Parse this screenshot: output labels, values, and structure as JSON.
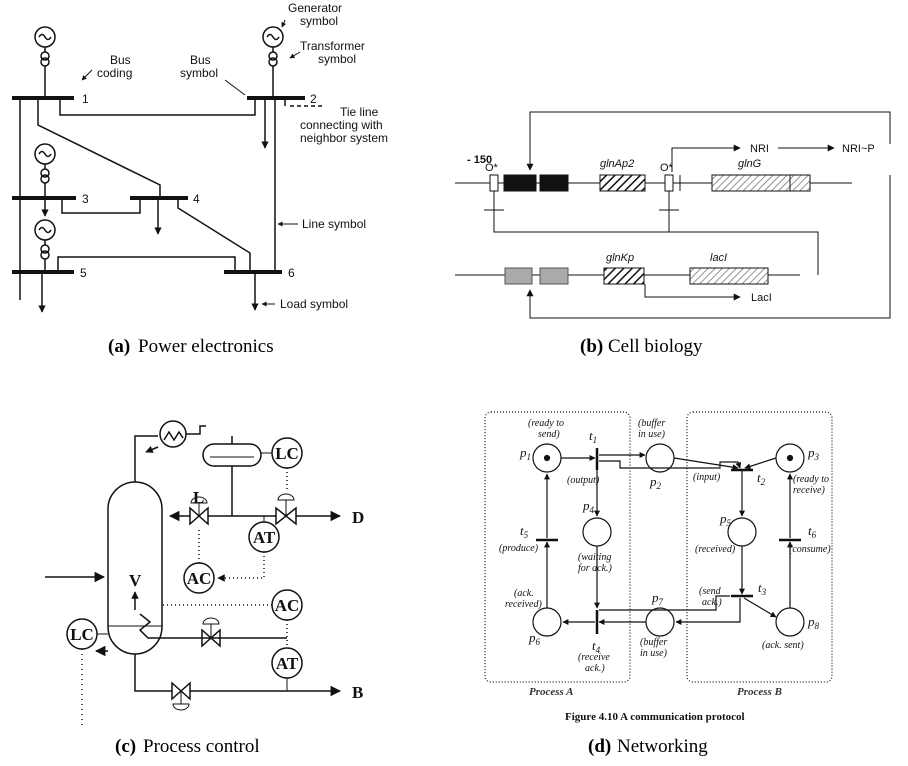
{
  "panels": {
    "a": {
      "caption_letter": "(a)",
      "caption_text": " Power electronics",
      "labels": {
        "generator": "Generator\nsymbol",
        "transformer": "Transformer\nsymbol",
        "bus_coding": "Bus\ncoding",
        "bus_symbol": "Bus\nsymbol",
        "tie_line": "Tie line\nconnecting with\nneighbor system",
        "line_symbol": "Line symbol",
        "load_symbol": "Load symbol"
      },
      "bus_numbers": [
        "1",
        "2",
        "3",
        "4",
        "5",
        "6"
      ]
    },
    "b": {
      "caption_letter": "(b)",
      "caption_text": " Cell biology",
      "labels": {
        "m150": "- 150",
        "o1": "O*",
        "o2": "O*",
        "glnap2": "glnAp2",
        "glng": "glnG",
        "nri": "NRI",
        "nrip": "NRI~P",
        "glnkp": "glnKp",
        "laci": "lacI",
        "laci2": "LacI"
      }
    },
    "c": {
      "caption_letter": "(c)",
      "caption_text": " Process control",
      "labels": {
        "lc1": "LC",
        "lc2": "LC",
        "ac1": "AC",
        "ac2": "AC",
        "at1": "AT",
        "at2": "AT",
        "L": "L",
        "V": "V",
        "D": "D",
        "B": "B"
      }
    },
    "d": {
      "caption_letter": "(d)",
      "caption_text": " Networking",
      "figure_title": "Figure 4.10 A communication protocol",
      "process_a": "Process A",
      "process_b": "Process B",
      "places": [
        "p1",
        "p2",
        "p3",
        "p4",
        "p5",
        "p6",
        "p7",
        "p8"
      ],
      "transitions": [
        "t1",
        "t2",
        "t3",
        "t4",
        "t5",
        "t6"
      ],
      "annotations": {
        "ready_to_send": "(ready to\nsend)",
        "buffer_in_use_top": "(buffer\nin use)",
        "output": "(output)",
        "input": "(input)",
        "ready_to_receive": "(ready to\nreceive)",
        "produce": "(produce)",
        "waiting": "(waiting\nfor ack.)",
        "received": "(received)",
        "consume": "(consume)",
        "ack_received": "(ack.\nreceived)",
        "send_ack": "(send\nack.)",
        "buffer_in_use_bottom": "(buffer\nin use)",
        "receive_ack": "(receive\nack.)",
        "ack_sent": "(ack. sent)"
      }
    }
  }
}
